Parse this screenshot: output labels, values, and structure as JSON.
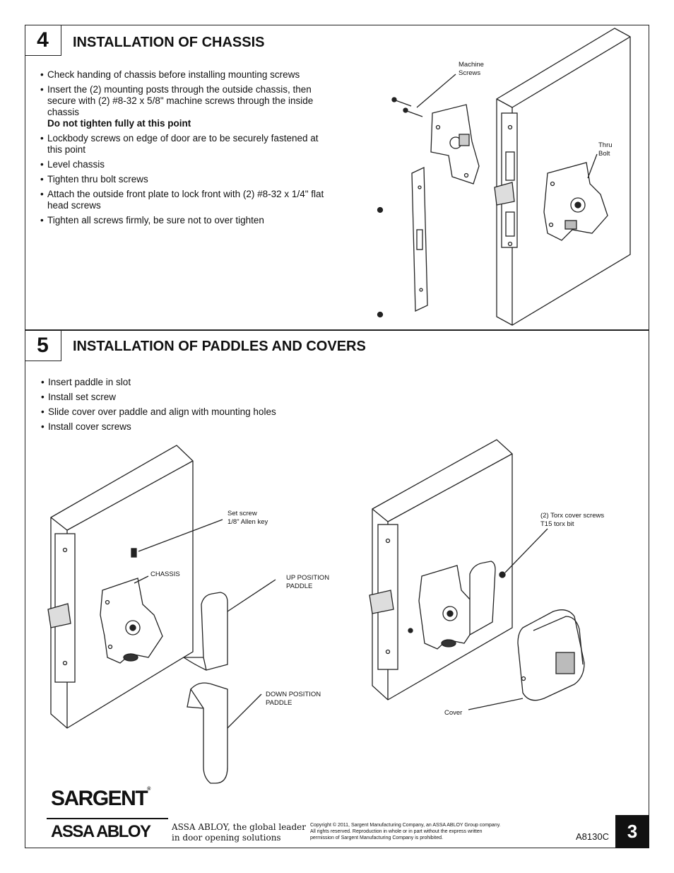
{
  "step4": {
    "number": "4",
    "title": "INSTALLATION OF CHASSIS",
    "bullets": [
      {
        "text": "Check handing of chassis before installing mounting screws"
      },
      {
        "text": "Insert the (2) mounting posts through the outside chassis, then secure with (2) #8-32 x 5/8\" machine screws through the inside chassis",
        "note": "Do not tighten fully at this point"
      },
      {
        "text": "Lockbody screws on edge of door are to be securely fastened at this point"
      },
      {
        "text": "Level chassis"
      },
      {
        "text": "Tighten thru bolt screws"
      },
      {
        "text": "Attach the outside front plate to lock front with (2) #8-32 x 1/4\" flat head screws"
      },
      {
        "text": "Tighten all screws firmly, be sure not to over tighten"
      }
    ],
    "labels": {
      "machine_screws_1": "Machine",
      "machine_screws_2": "Screws",
      "thru_bolt_1": "Thru",
      "thru_bolt_2": "Bolt"
    }
  },
  "step5": {
    "number": "5",
    "title": "INSTALLATION OF PADDLES AND COVERS",
    "bullets": [
      {
        "text": "Insert paddle in slot"
      },
      {
        "text": "Install set screw"
      },
      {
        "text": "Slide cover over paddle and align with mounting holes"
      },
      {
        "text": "Install cover screws"
      }
    ],
    "labels": {
      "set_screw_1": "Set screw",
      "set_screw_2": "1/8\" Allen key",
      "chassis": "CHASSIS",
      "up_paddle_1": "UP POSITION",
      "up_paddle_2": "PADDLE",
      "down_paddle_1": "DOWN POSITION",
      "down_paddle_2": "PADDLE",
      "torx_1": "(2) Torx cover screws",
      "torx_2": "T15 torx bit",
      "cover": "Cover"
    }
  },
  "footer": {
    "brand": "SARGENT",
    "brand_mark": "®",
    "parent_brand": "ASSA ABLOY",
    "tagline_1": "ASSA ABLOY, the global leader",
    "tagline_2": "in door opening solutions",
    "copyright_1": "Copyright © 2011, Sargent Manufacturing Company, an ASSA ABLOY Group company.",
    "copyright_2": "All rights reserved. Reproduction in whole or in part without the express written",
    "copyright_3": "permission of Sargent Manufacturing Company is prohibited.",
    "doc_number": "A8130C",
    "page_number": "3"
  }
}
